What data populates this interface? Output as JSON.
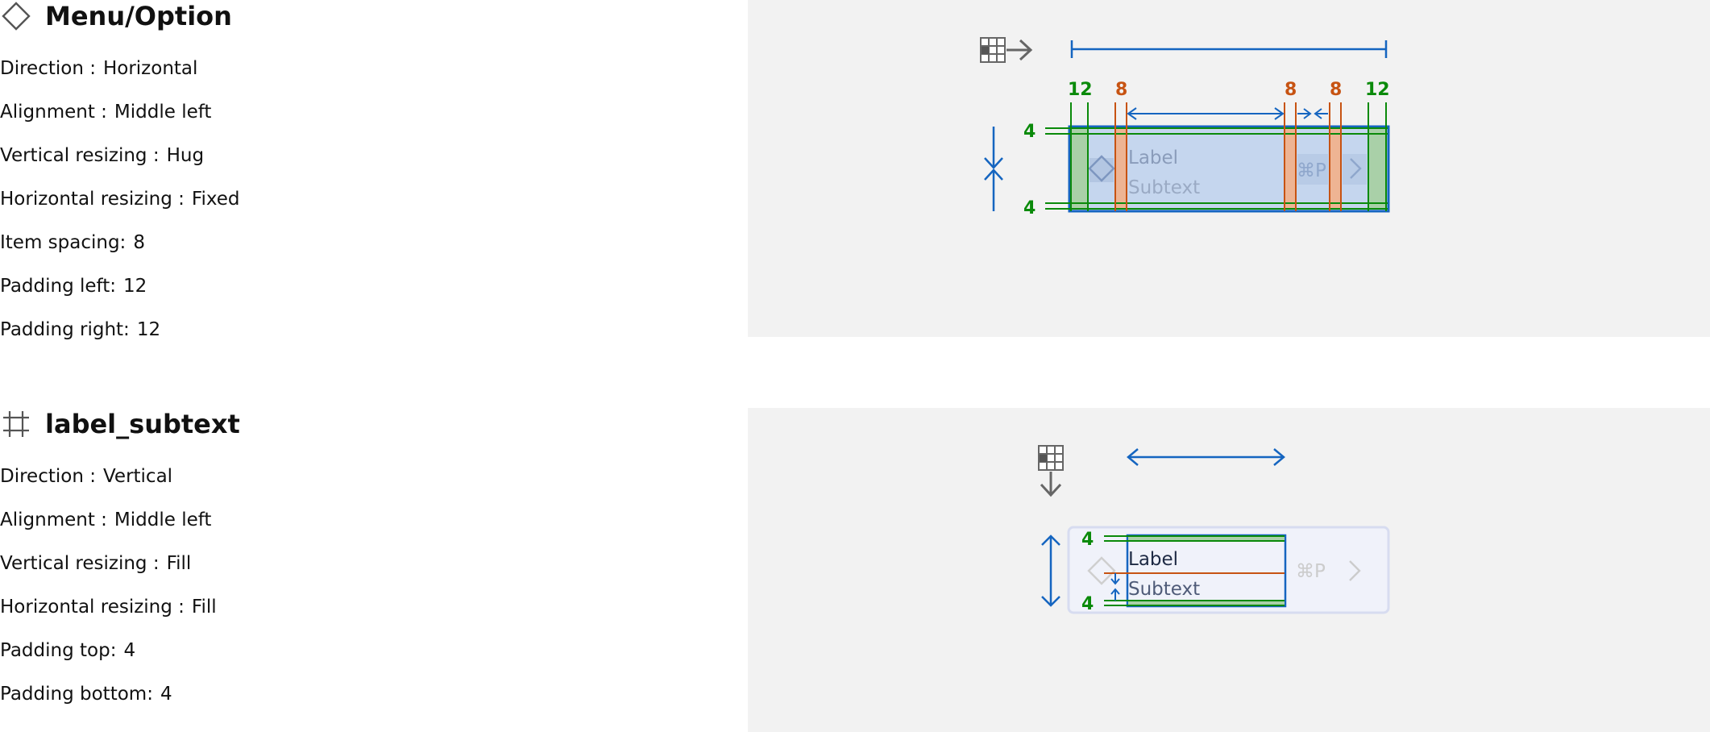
{
  "sections": [
    {
      "title": "Menu/Option",
      "title_icon": "diamond-component-icon",
      "properties": [
        {
          "key": "Direction :",
          "value": "Horizontal"
        },
        {
          "key": "Alignment :",
          "value": "Middle left"
        },
        {
          "key": "Vertical resizing :",
          "value": "Hug"
        },
        {
          "key": "Horizontal resizing :",
          "value": "Fixed"
        },
        {
          "key": "Item spacing:",
          "value": "8"
        },
        {
          "key": "Padding left:",
          "value": "12"
        },
        {
          "key": "Padding right:",
          "value": "12"
        }
      ],
      "diagram": {
        "labels_top": {
          "pad_left": "12",
          "gap1": "8",
          "gap2": "8",
          "gap3": "8",
          "pad_right": "12"
        },
        "labels_side": {
          "top": "4",
          "bottom": "4"
        },
        "content": {
          "label": "Label",
          "subtext": "Subtext",
          "shortcut": "⌘P"
        }
      }
    },
    {
      "title": "label_subtext",
      "title_icon": "frame-hash-icon",
      "properties": [
        {
          "key": "Direction :",
          "value": "Vertical"
        },
        {
          "key": "Alignment :",
          "value": "Middle left"
        },
        {
          "key": "Vertical resizing :",
          "value": "Fill"
        },
        {
          "key": "Horizontal resizing :",
          "value": "Fill"
        },
        {
          "key": "Padding top:",
          "value": "4"
        },
        {
          "key": "Padding bottom:",
          "value": "4"
        }
      ],
      "diagram": {
        "labels_side": {
          "top": "4",
          "bottom": "4"
        },
        "content": {
          "label": "Label",
          "subtext": "Subtext",
          "shortcut": "⌘P"
        }
      }
    }
  ],
  "colors": {
    "blue": "#1565c0",
    "green": "#0a8a0a",
    "orange": "#c75312",
    "panel_bg": "#f2f2f2"
  }
}
